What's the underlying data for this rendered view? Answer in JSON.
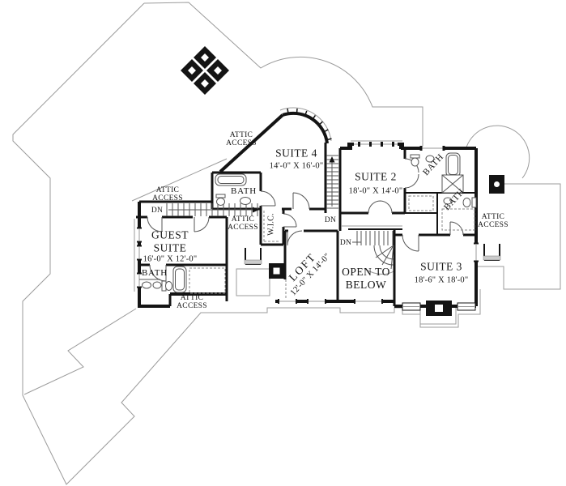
{
  "page": {
    "background": "#ffffff",
    "ink_color": "#141414",
    "roof_outline_color": "#9b9b9b"
  },
  "rooms": {
    "suite4": {
      "name": "SUITE 4",
      "dims": "14'-0\" X 16'-0\""
    },
    "suite2": {
      "name": "SUITE 2",
      "dims": "18'-0\" X 14'-0\""
    },
    "suite3": {
      "name": "SUITE 3",
      "dims": "18'-6\" X 18'-0\""
    },
    "guest_suite": {
      "name_line1": "GUEST",
      "name_line2": "SUITE",
      "dims": "16'-0\" X 12'-0\""
    },
    "loft": {
      "name": "LOFT",
      "dims": "12'-0\" X 14'-0\""
    },
    "open_to_below": {
      "line1": "OPEN TO",
      "line2": "BELOW"
    }
  },
  "labels": {
    "bath": "BATH",
    "wic": "W.I.C.",
    "attic_line1": "ATTIC",
    "attic_line2": "ACCESS",
    "down": "DN"
  }
}
